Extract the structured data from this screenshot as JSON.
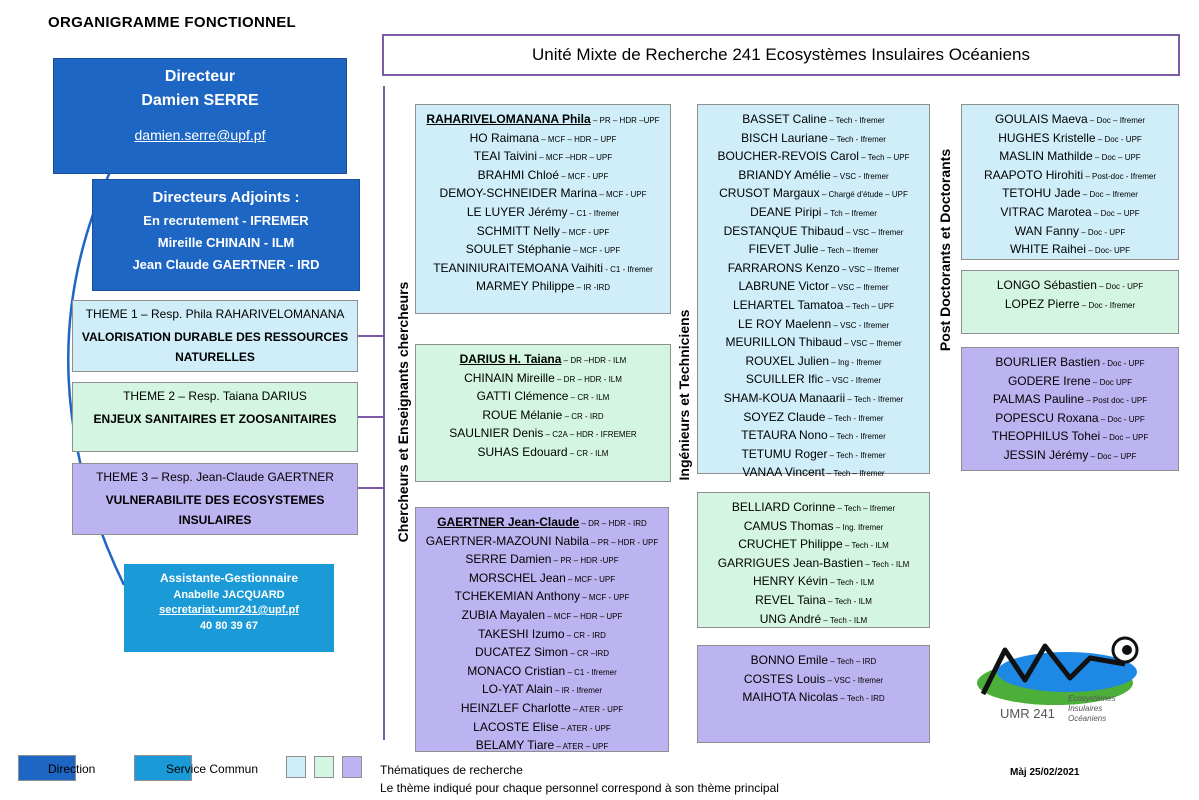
{
  "doc_title": "ORGANIGRAMME FONCTIONNEL",
  "unit_title": "Unité Mixte de Recherche 241 Ecosystèmes Insulaires Océaniens",
  "director": {
    "title": "Directeur",
    "name": "Damien SERRE",
    "email": "damien.serre@upf.pf"
  },
  "deputies": {
    "title": "Directeurs Adjoints :",
    "lines": [
      "En recrutement - IFREMER",
      "Mireille CHINAIN - ILM",
      "Jean Claude GAERTNER - IRD"
    ]
  },
  "themes": [
    {
      "header": "THEME 1 – Resp. Phila RAHARIVELOMANANA",
      "body": "VALORISATION DURABLE DES RESSOURCES NATURELLES"
    },
    {
      "header": "THEME 2 – Resp. Taiana DARIUS",
      "body": "ENJEUX SANITAIRES ET ZOOSANITAIRES"
    },
    {
      "header": "THEME 3 – Resp. Jean-Claude GAERTNER",
      "body": "VULNERABILITE DES ECOSYSTEMES INSULAIRES"
    }
  ],
  "assistant": {
    "title": "Assistante-Gestionnaire",
    "name": "Anabelle JACQUARD",
    "email": "secretariat-umr241@upf.pf",
    "phone": "40 80 39 67"
  },
  "col_labels": {
    "researchers": "Chercheurs et Enseignants chercheurs",
    "engineers": "Ingénieurs et Techniciens",
    "postdocs": "Post Doctorants et Doctorants"
  },
  "researchers": {
    "theme1": [
      [
        "RAHARIVELOMANANA Phila",
        " – PR – HDR –UPF"
      ],
      [
        "HO Raimana",
        " – MCF – HDR – UPF"
      ],
      [
        "TEAI Taivini",
        " – MCF –HDR – UPF"
      ],
      [
        "BRAHMI Chloé",
        " – MCF - UPF"
      ],
      [
        "DEMOY-SCHNEIDER Marina",
        " – MCF - UPF"
      ],
      [
        "LE LUYER Jérémy",
        " – C1 - Ifremer"
      ],
      [
        "SCHMITT Nelly",
        " – MCF - UPF"
      ],
      [
        "SOULET Stéphanie",
        " – MCF - UPF"
      ],
      [
        "TEANINIURAITEMOANA Vaihiti",
        " - C1 - Ifremer"
      ],
      [
        "MARMEY Philippe",
        " – IR -IRD"
      ]
    ],
    "theme2": [
      [
        "DARIUS H. Taiana",
        " – DR –HDR - ILM"
      ],
      [
        "CHINAIN Mireille",
        " – DR – HDR - ILM"
      ],
      [
        "GATTI Clémence",
        " – CR - ILM"
      ],
      [
        "ROUE Mélanie",
        " – CR - IRD"
      ],
      [
        "SAULNIER Denis",
        " – C2A – HDR - IFREMER"
      ],
      [
        "SUHAS Edouard",
        " – CR - ILM"
      ]
    ],
    "theme3": [
      [
        "GAERTNER Jean-Claude",
        " – DR – HDR - IRD"
      ],
      [
        "GAERTNER-MAZOUNI Nabila",
        " – PR – HDR - UPF"
      ],
      [
        "SERRE Damien",
        " – PR – HDR -UPF"
      ],
      [
        "MORSCHEL Jean",
        " – MCF - UPF"
      ],
      [
        "TCHEKEMIAN Anthony",
        " – MCF - UPF"
      ],
      [
        "ZUBIA Mayalen",
        " – MCF – HDR – UPF"
      ],
      [
        "TAKESHI Izumo",
        " – CR - IRD"
      ],
      [
        "DUCATEZ Simon",
        " – CR –IRD"
      ],
      [
        "MONACO Cristian",
        " – C1 - Ifremer"
      ],
      [
        "LO-YAT Alain",
        " – IR - Ifremer"
      ],
      [
        "HEINZLEF Charlotte",
        " – ATER - UPF"
      ],
      [
        "LACOSTE Elise",
        " – ATER - UPF"
      ],
      [
        "BELAMY Tiare",
        " – ATER – UPF"
      ]
    ]
  },
  "engineers": {
    "theme1": [
      [
        "BASSET Caline",
        " – Tech - Ifremer"
      ],
      [
        "BISCH Lauriane",
        " – Tech - Ifremer"
      ],
      [
        "BOUCHER-REVOIS Carol",
        " – Tech – UPF"
      ],
      [
        "BRIANDY Amélie",
        " – VSC - Ifremer"
      ],
      [
        "CRUSOT Margaux",
        " – Chargé d'étude – UPF"
      ],
      [
        "DEANE Piripi",
        " – Tch – Ifremer"
      ],
      [
        "DESTANQUE Thibaud",
        " – VSC – Ifremer"
      ],
      [
        "FIEVET Julie",
        " – Tech – Ifremer"
      ],
      [
        "FARRARONS Kenzo",
        " – VSC – Ifremer"
      ],
      [
        "LABRUNE Victor",
        " – VSC – Ifremer"
      ],
      [
        "LEHARTEL Tamatoa",
        " – Tech – UPF"
      ],
      [
        "LE ROY Maelenn",
        " – VSC - Ifremer"
      ],
      [
        "MEURILLON Thibaud",
        " – VSC – Ifremer"
      ],
      [
        "ROUXEL Julien",
        " – Ing - Ifremer"
      ],
      [
        "SCUILLER Ific",
        " – VSC - Ifremer"
      ],
      [
        "SHAM-KOUA Manaarii",
        " – Tech - Ifremer"
      ],
      [
        "SOYEZ Claude",
        " – Tech - Ifremer"
      ],
      [
        "TETAURA Nono",
        " – Tech - Ifremer"
      ],
      [
        "TETUMU Roger",
        " – Tech - Ifremer"
      ],
      [
        "VANAA Vincent",
        " – Tech – Ifremer"
      ]
    ],
    "theme2": [
      [
        "BELLIARD Corinne",
        " – Tech – Ifremer"
      ],
      [
        "CAMUS Thomas",
        " – Ing. Ifremer"
      ],
      [
        "CRUCHET Philippe",
        " – Tech - ILM"
      ],
      [
        "GARRIGUES Jean-Bastien",
        " – Tech - ILM"
      ],
      [
        "HENRY Kévin",
        " – Tech - ILM"
      ],
      [
        "REVEL Taina",
        " – Tech - ILM"
      ],
      [
        "UNG André",
        " – Tech - ILM"
      ]
    ],
    "theme3": [
      [
        "BONNO Emile",
        " – Tech – IRD"
      ],
      [
        "COSTES Louis",
        " – VSC - Ifremer"
      ],
      [
        "MAIHOTA Nicolas",
        " – Tech - IRD"
      ]
    ]
  },
  "postdocs": {
    "theme1": [
      [
        "GOULAIS Maeva",
        " – Doc – Ifremer"
      ],
      [
        "HUGHES Kristelle",
        " – Doc - UPF"
      ],
      [
        "MASLIN Mathilde",
        " – Doc – UPF"
      ],
      [
        "RAAPOTO Hirohiti",
        " – Post-doc - Ifremer"
      ],
      [
        "TETOHU Jade",
        " – Doc – Ifremer"
      ],
      [
        "VITRAC Marotea",
        " – Doc – UPF"
      ],
      [
        "WAN Fanny",
        " – Doc - UPF"
      ],
      [
        "WHITE Raihei",
        " – Doc- UPF"
      ]
    ],
    "theme2": [
      [
        "LONGO Sébastien",
        " – Doc - UPF"
      ],
      [
        "LOPEZ Pierre",
        " – Doc - Ifremer"
      ]
    ],
    "theme3": [
      [
        "BOURLIER Bastien",
        " - Doc - UPF"
      ],
      [
        "GODERE Irene",
        " – Doc UPF"
      ],
      [
        "PALMAS Pauline",
        " – Post doc - UPF"
      ],
      [
        "POPESCU Roxana",
        " – Doc - UPF"
      ],
      [
        "THEOPHILUS Tohei",
        " – Doc – UPF"
      ],
      [
        "JESSIN Jérémy",
        " – Doc – UPF"
      ]
    ]
  },
  "legend": {
    "direction": "Direction",
    "service": "Service Commun",
    "thematics": "Thématiques de recherche",
    "note": "Le thème indiqué pour chaque personnel correspond à son thème principal"
  },
  "date": "Màj 25/02/2021",
  "logo": {
    "text": "UMR 241",
    "sub": [
      "Ecosystèmes",
      "Insulaires",
      "Océaniens"
    ]
  },
  "colors": {
    "direction": "#1e66c4",
    "service": "#1a9ad6",
    "theme1": "#cfeefa",
    "theme2": "#d3f5e1",
    "theme3": "#bcb4f0",
    "frame": "#7b5ba8"
  }
}
